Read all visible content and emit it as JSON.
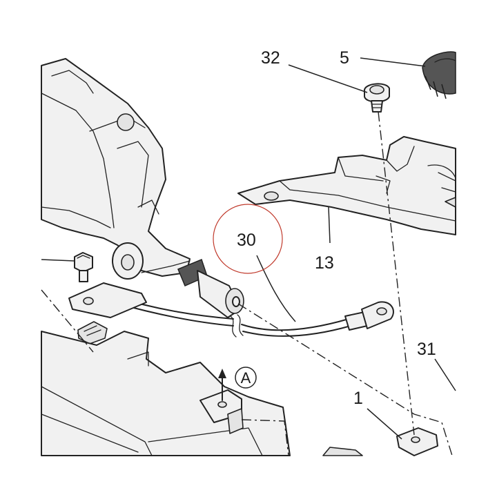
{
  "callouts": {
    "c32": "32",
    "c5": "5",
    "c30": "30",
    "c13": "13",
    "c31": "31",
    "c1": "1",
    "cA": "A"
  },
  "colors": {
    "highlight_circle": "#c0392b",
    "line": "#222222",
    "fill": "#f1f1f1"
  }
}
